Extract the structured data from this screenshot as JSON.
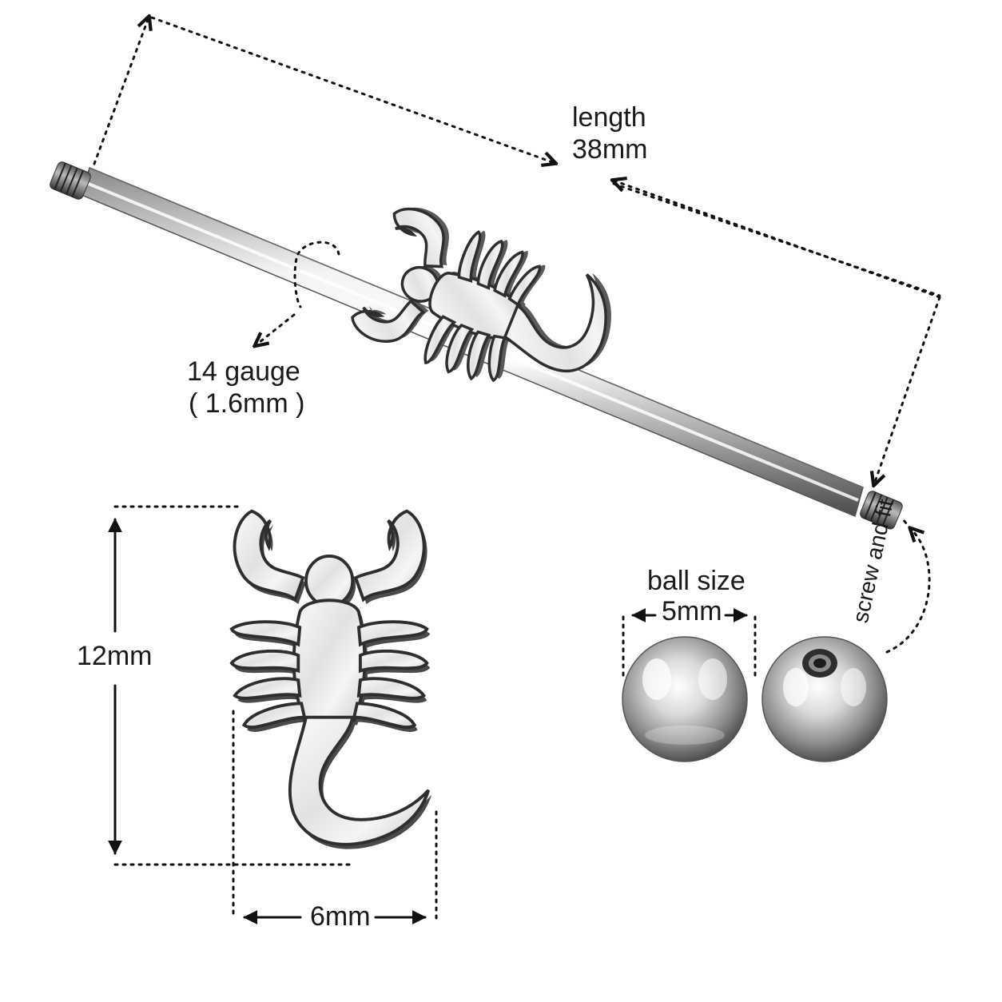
{
  "labels": {
    "length": "length",
    "length_value": "38mm",
    "gauge": "14 gauge",
    "gauge_value": "( 1.6mm )",
    "height": "12mm",
    "width": "6mm",
    "ball_size": "ball size",
    "ball_value": "5mm",
    "screw_fit": "screw and fit"
  },
  "colors": {
    "steel_light": "#f2f2f2",
    "steel_mid": "#a9a9a9",
    "steel_dark": "#3f3f3f",
    "dimension_line": "#111111",
    "text": "#1a1a1a"
  }
}
